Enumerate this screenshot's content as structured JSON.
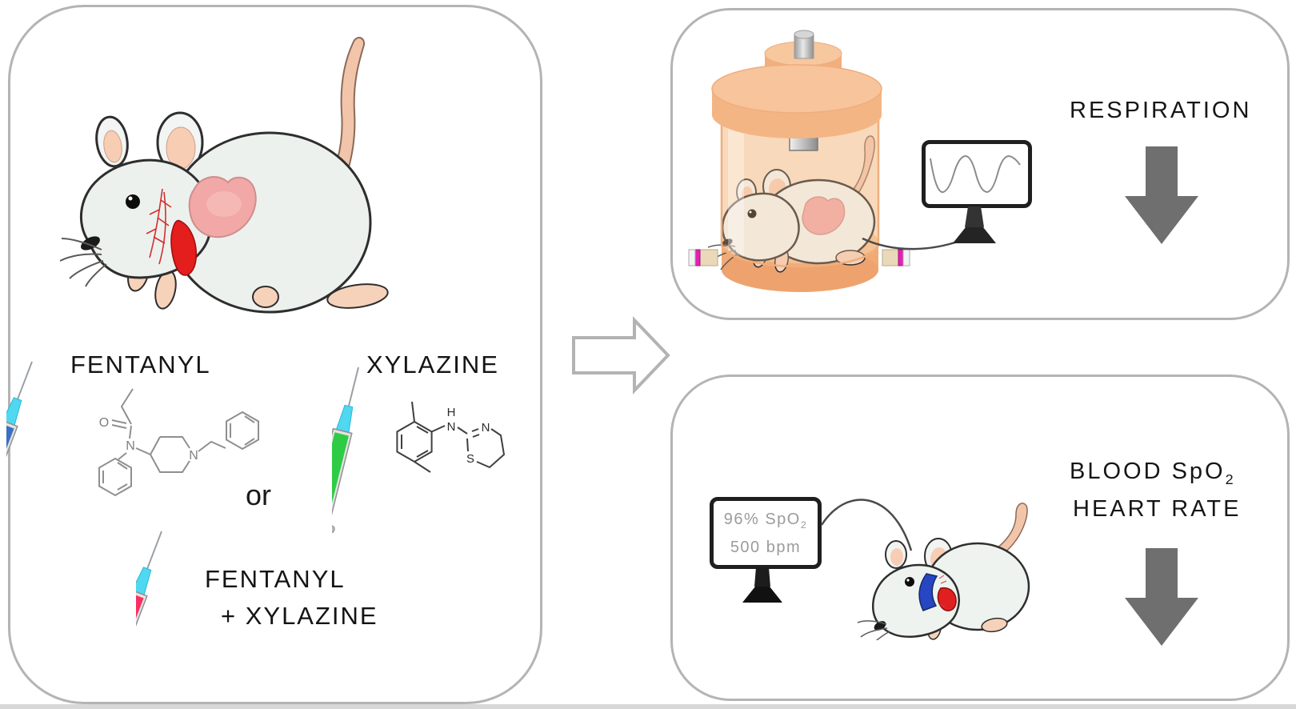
{
  "figure": {
    "left_panel": {
      "fentanyl": {
        "label": "FENTANYL",
        "structure_atoms": {
          "o": "O",
          "n_amide": "N",
          "n_piperidine": "N"
        }
      },
      "xylazine": {
        "label": "XYLAZINE",
        "structure_atoms": {
          "h": "H",
          "n_amine": "N",
          "n_ring": "N",
          "s_ring": "S"
        }
      },
      "or_label": "or",
      "combo": {
        "label_line1": "FENTANYL",
        "label_line2": "+ XYLAZINE"
      }
    },
    "respiration_panel": {
      "title": "RESPIRATION"
    },
    "oximetry_panel": {
      "title_line1": "BLOOD SpO",
      "title_line1_subscript": "2",
      "title_line2": "HEART RATE",
      "monitor_readout_line1": "96% SpO",
      "monitor_readout_line1_subscript": "2",
      "monitor_readout_line2": "500 bpm"
    }
  },
  "colors": {
    "fentanyl_syringe_fill": "#3a6fc4",
    "xylazine_syringe_fill": "#2ecc44",
    "combo_syringe_fill": "#fb2e63",
    "needle_hub_cyan": "#4fd8f0",
    "trend_arrow_gray": "#6f6f6f",
    "panel_border_gray": "#b4b4b4",
    "chamber_orange": "#f4b585"
  }
}
